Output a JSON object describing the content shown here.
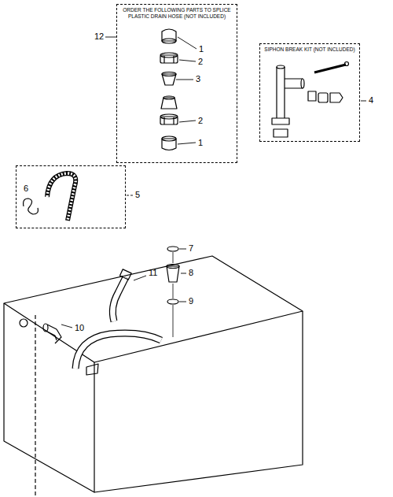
{
  "diagram": {
    "nodes": [
      {
        "text": [
          "ORDER THE FOLLOWING PARTS TO SPLICE PLASTIC DRAIN HOSE (NOT INCLUDED)"
        ]
      },
      {
        "text": [
          "SIPHON BREAK KIT (NOT INCLUDED)"
        ]
      },
      {
        "text": [
          "6"
        ]
      }
    ],
    "labels": [
      "12",
      "1",
      "2",
      "3",
      "2",
      "1",
      "4",
      "5",
      "7",
      "8",
      "9",
      "11",
      "10"
    ]
  }
}
